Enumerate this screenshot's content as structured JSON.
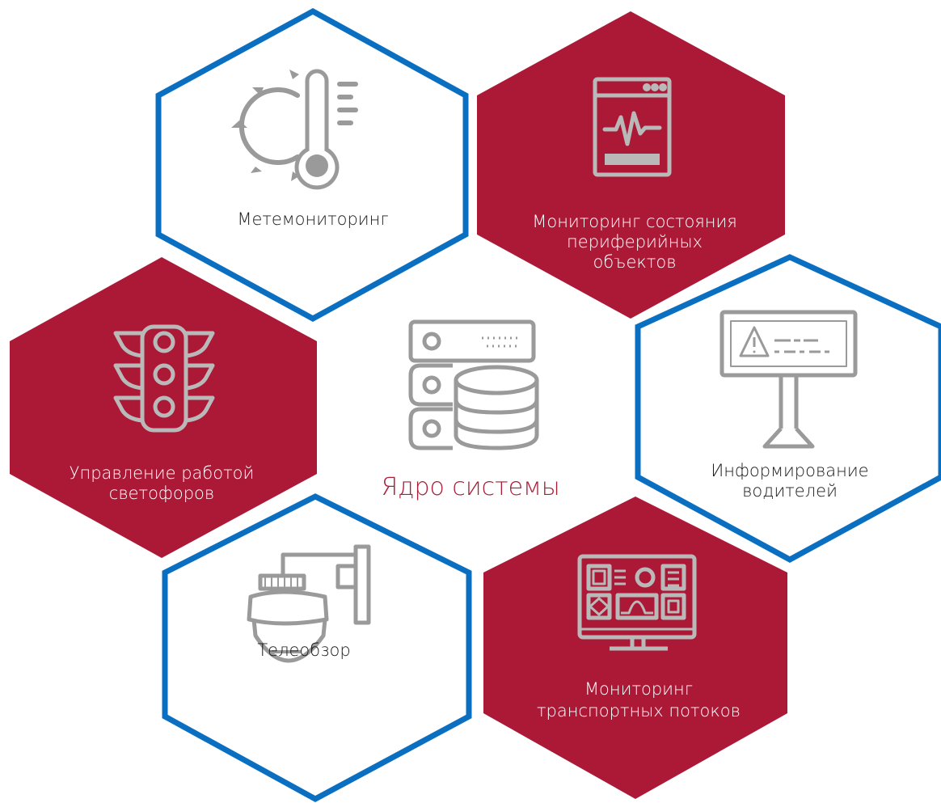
{
  "center": {
    "title": "Ядро системы",
    "icon": "server-database-icon",
    "color": "#a91e36"
  },
  "colors": {
    "red_fill": "#ac1937",
    "blue_border": "#0b6fc1",
    "icon_gray_on_white": "#9a9a9a",
    "icon_gray_on_red": "#b9b9b9",
    "text_dark": "#1a1a1a",
    "text_light": "#ffffff"
  },
  "modules": [
    {
      "id": "meteo",
      "style": "outline",
      "icon": "weather-thermometer-icon",
      "lines": [
        "Метемониторинг"
      ]
    },
    {
      "id": "peripheral",
      "style": "filled",
      "icon": "monitor-pulse-icon",
      "lines": [
        "Мониторинг состояния",
        "периферийных",
        "объектов"
      ]
    },
    {
      "id": "traffic-lights",
      "style": "filled",
      "icon": "traffic-light-icon",
      "lines": [
        "Управление работой",
        "светофоров"
      ]
    },
    {
      "id": "drivers",
      "style": "outline",
      "icon": "warning-sign-board-icon",
      "lines": [
        "Информирование",
        "водителей"
      ]
    },
    {
      "id": "camera",
      "style": "outline",
      "icon": "dome-camera-icon",
      "lines": [
        "Телеобзор"
      ]
    },
    {
      "id": "flows",
      "style": "filled",
      "icon": "dashboard-monitor-icon",
      "lines": [
        "Мониторинг",
        "транспортных потоков"
      ]
    }
  ]
}
